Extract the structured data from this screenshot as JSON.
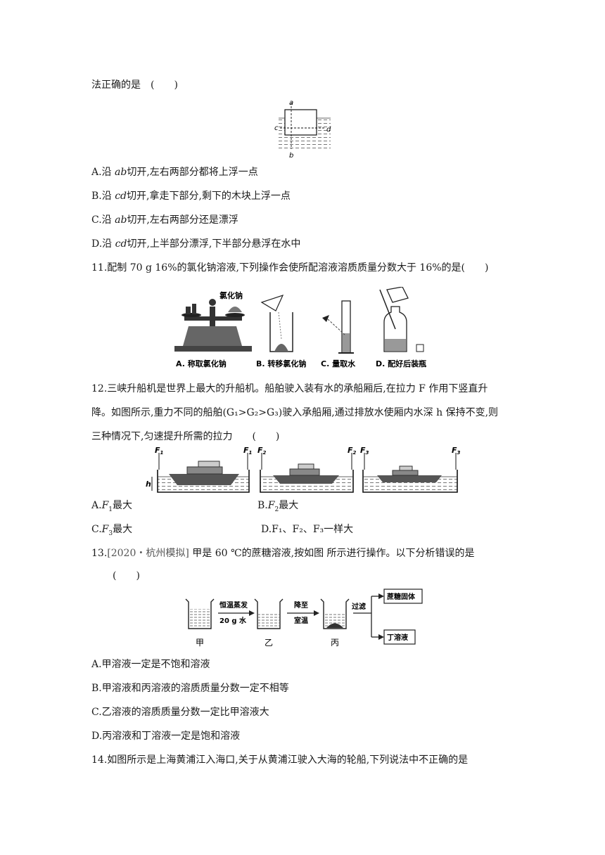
{
  "q10": {
    "stem_tail": "法正确的是　(　　)",
    "figure": {
      "top_label": "a",
      "left_label": "c",
      "right_label": "d",
      "bottom_label": "b"
    },
    "options": [
      {
        "prefix": "A.沿 ",
        "var": "ab",
        "text": "切开,左右两部分都将上浮一点"
      },
      {
        "prefix": "B.沿 ",
        "var": "cd",
        "text": "切开,拿走下部分,剩下的木块上浮一点"
      },
      {
        "prefix": "C.沿 ",
        "var": "ab",
        "text": "切开,左右两部分还是漂浮"
      },
      {
        "prefix": "D.沿 ",
        "var": "cd",
        "text": "切开,上半部分漂浮,下半部分悬浮在水中"
      }
    ]
  },
  "q11": {
    "stem": "11.配制 70 g 16%的氯化钠溶液,下列操作会使所配溶液溶质质量分数大于 16%的是(　　)",
    "figure": {
      "nacl_label": "氯化钠",
      "captions": [
        "A. 称取氯化钠",
        "B. 转移氯化钠",
        "C. 量取水",
        "D. 配好后装瓶"
      ]
    }
  },
  "q12": {
    "stem_line1": "12.三峡升船机是世界上最大的升船机。船舶驶入装有水的承船厢后,在拉力 F 作用下竖直升",
    "stem_line2": "降。如图所示,重力不同的船舶(G₁>G₂>G₃)驶入承船厢,通过排放水使厢内水深 h 保持不变,则",
    "stem_line3": "三种情况下,匀速提升所需的拉力　　(　　)",
    "figure": {
      "f1": "F",
      "f2": "F",
      "f3": "F",
      "sub1": "1",
      "sub2": "2",
      "sub3": "3",
      "h": "h"
    },
    "options": {
      "a": {
        "prefix": "A.",
        "var": "F",
        "sub": "1",
        "text": "最大"
      },
      "b": {
        "prefix": "B.",
        "var": "F",
        "sub": "2",
        "text": "最大"
      },
      "c": {
        "prefix": "C.",
        "var": "F",
        "sub": "3",
        "text": "最大"
      },
      "d": {
        "text": "D.F₁、F₂、F₃一样大"
      }
    }
  },
  "q13": {
    "num": "13.",
    "source": "[2020・杭州模拟]",
    "stem": " 甲是 60 ℃的蔗糖溶液,按如图 所示进行操作。以下分析错误的是",
    "paren": "(　　)",
    "figure": {
      "step1_top": "恒温蒸发",
      "step1_bottom": "20 g 水",
      "step2_top": "降至",
      "step2_bottom": "室温",
      "step3": "过滤",
      "result1": "蔗糖固体",
      "result2": "丁溶液",
      "beaker1": "甲",
      "beaker2": "乙",
      "beaker3": "丙"
    },
    "options": [
      "A.甲溶液一定是不饱和溶液",
      "B.甲溶液和丙溶液的溶质质量分数一定不相等",
      "C.乙溶液的溶质质量分数一定比甲溶液大",
      "D.丙溶液和丁溶液一定是饱和溶液"
    ]
  },
  "q14": {
    "stem": "14.如图所示是上海黄浦江入海口,关于从黄浦江驶入大海的轮船,下列说法中不正确的是"
  }
}
